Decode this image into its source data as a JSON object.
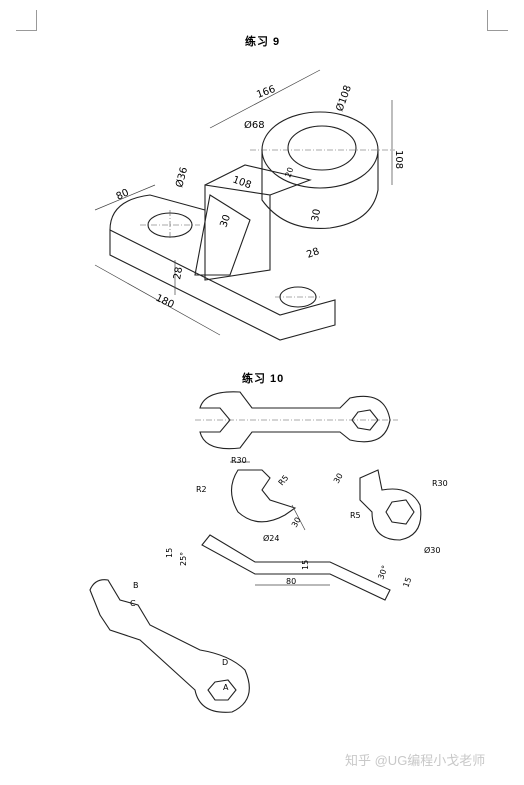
{
  "exercise9": {
    "title": "练习 9",
    "dims": {
      "d166": "166",
      "d108_top": "Ø108",
      "d68": "Ø68",
      "d108_h": "108",
      "d108_block": "108",
      "d36": "Ø36",
      "d80": "80",
      "d30a": "30",
      "d30b": "30",
      "d28a": "28",
      "d28b": "28",
      "d180": "180",
      "d20": "20"
    }
  },
  "exercise10": {
    "title": "练习 10",
    "dims": {
      "r30_left": "R30",
      "r2": "R2",
      "r5_left": "R5",
      "d30_left": "30",
      "d24": "Ø24",
      "d30_right_top": "30",
      "r30_right": "R30",
      "r5_right": "R5",
      "d30_circle": "Ø30",
      "d15_left": "15",
      "a25": "25°",
      "d15_mid": "15",
      "d80": "80",
      "a30": "30°",
      "d15_right": "15",
      "label_a": "A",
      "label_b": "B",
      "label_c": "C",
      "label_d": "D"
    }
  },
  "watermark": "知乎 @UG编程小戈老师"
}
